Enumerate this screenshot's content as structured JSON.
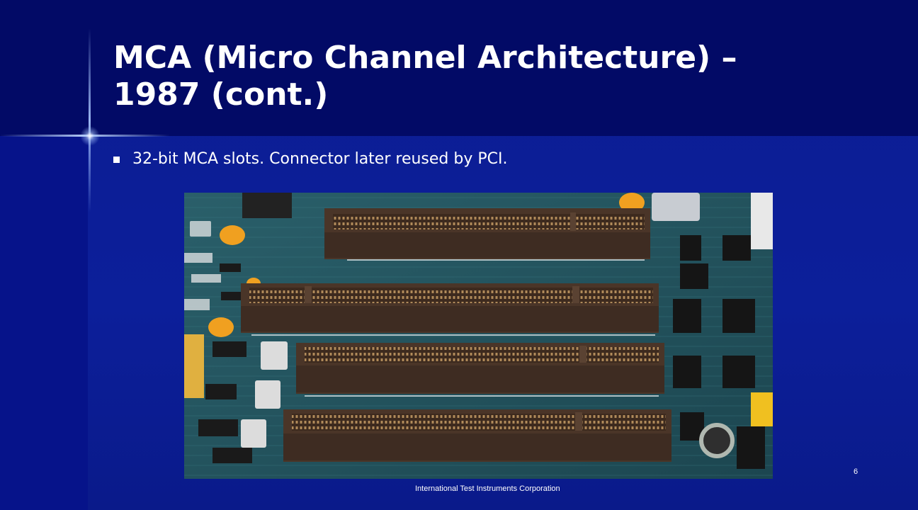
{
  "slide": {
    "title": "MCA (Micro Channel Architecture) – 1987 (cont.)",
    "bullets": [
      {
        "text": "32-bit MCA slots. Connector later reused by PCI."
      }
    ],
    "image": {
      "subject": "motherboard-mca-slots-photo"
    },
    "footer": "International Test Instruments Corporation",
    "page_number": "6"
  },
  "colors": {
    "background": "#0b1c92",
    "title_band": "#020a66",
    "text": "#ffffff",
    "pcb": "#1f4f5a",
    "slot": "#4a3528"
  }
}
